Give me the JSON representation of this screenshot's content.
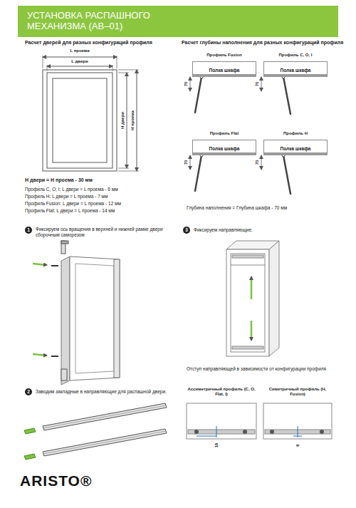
{
  "diagram": {
    "title": "УСТАНОВКА РАСПАШНОГО МЕХАНИЗМА (AB–01)",
    "nodes": [
      {
        "text": [
          "Полка шкафа"
        ]
      },
      {
        "text": [
          "Полка шкафа"
        ]
      },
      {
        "text": [
          "Полка шкафа"
        ]
      },
      {
        "text": [
          "Полка шкафа"
        ]
      }
    ],
    "labels": [
      "Расчет дверей для разных конфигураций профиля",
      "L проема",
      "L двери",
      "H двери",
      "H проема",
      "H двери = H проема - 30 мм",
      "Профиль C, O, I: L двери = L проема - 6 мм",
      "Профиль H: L двери = L проема - 7 мм",
      "Профиль Fusion: L двери = L проема - 12 мм",
      "Профиль Flat: L двери = L проема - 14 мм",
      "Расчет глубины наполнения для разных конфигураций профиля",
      "Профиль Fusion",
      "Профиль C, O, I",
      "Профиль Flat",
      "Профиль H",
      "70",
      "70",
      "70",
      "70",
      "Глубина наполнения = Глубина шкафа - 70 мм",
      "1",
      "Фиксируем ось вращения в верхней и нижней рамке двери сборочным саморезом",
      "3",
      "Фиксируем направляющие.",
      "Отступ направляющей в зависимости от конфигурации профиля",
      "2",
      "Заводим закладные в направляющие для распашной двери.",
      "Ассиметричный профиль (C, O, Flat, I)",
      "Симетричный профиль (H, Fusion)",
      "16",
      "6",
      "ARISTO®"
    ]
  }
}
